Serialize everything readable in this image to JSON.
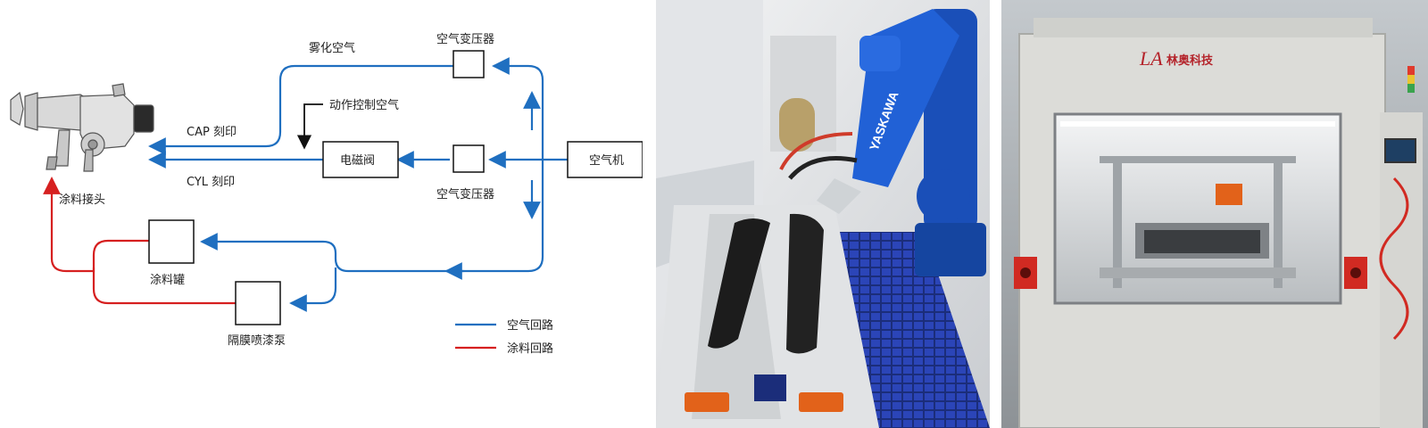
{
  "diagram": {
    "components": {
      "atomizing_air": "雾化空气",
      "regulator_top": "空气变压器",
      "regulator_bottom": "空气变压器",
      "control_air": "动作控制空气",
      "solenoid_valve": "电磁阀",
      "compressor": "空气机",
      "cap_label": "CAP 刻印",
      "cyl_label": "CYL 刻印",
      "paint_joint": "涂料接头",
      "paint_tank": "涂料罐",
      "diaphragm_pump": "隔膜喷漆泵"
    },
    "legend": {
      "air_circuit": "空气回路",
      "paint_circuit": "涂料回路"
    },
    "colors": {
      "air": "#1f6fc0",
      "paint": "#d62020",
      "box_stroke": "#111111"
    }
  },
  "photos": {
    "robot_brand": "YASKAWA",
    "machine_logo": "LA",
    "machine_brand": "林奥科技"
  }
}
